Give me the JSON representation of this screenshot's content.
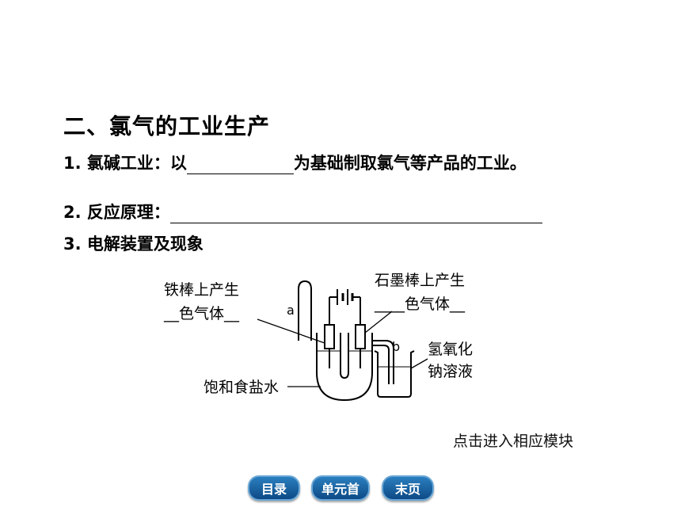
{
  "heading": "二、氯气的工业生产",
  "line1": {
    "prefix": "1. 氯碱工业：以",
    "suffix": "为基础制取氯气等产品的工业。"
  },
  "line2": {
    "prefix": "2. 反应原理："
  },
  "line3": {
    "text": "3. 电解装置及现象"
  },
  "diagram": {
    "left_label_line1": "铁棒上产生",
    "left_label_line2": "__色气体__",
    "right_label_line1": "石墨棒上产生",
    "right_label_line2": "____色气体__",
    "label_a": "a",
    "label_b": "b",
    "naoh_line1": "氢氧化",
    "naoh_line2": "钠溶液",
    "brine_label": "饱和食盐水"
  },
  "hint": "点击进入相应模块",
  "nav": {
    "toc": "目录",
    "unit_start": "单元首",
    "end": "末页"
  }
}
